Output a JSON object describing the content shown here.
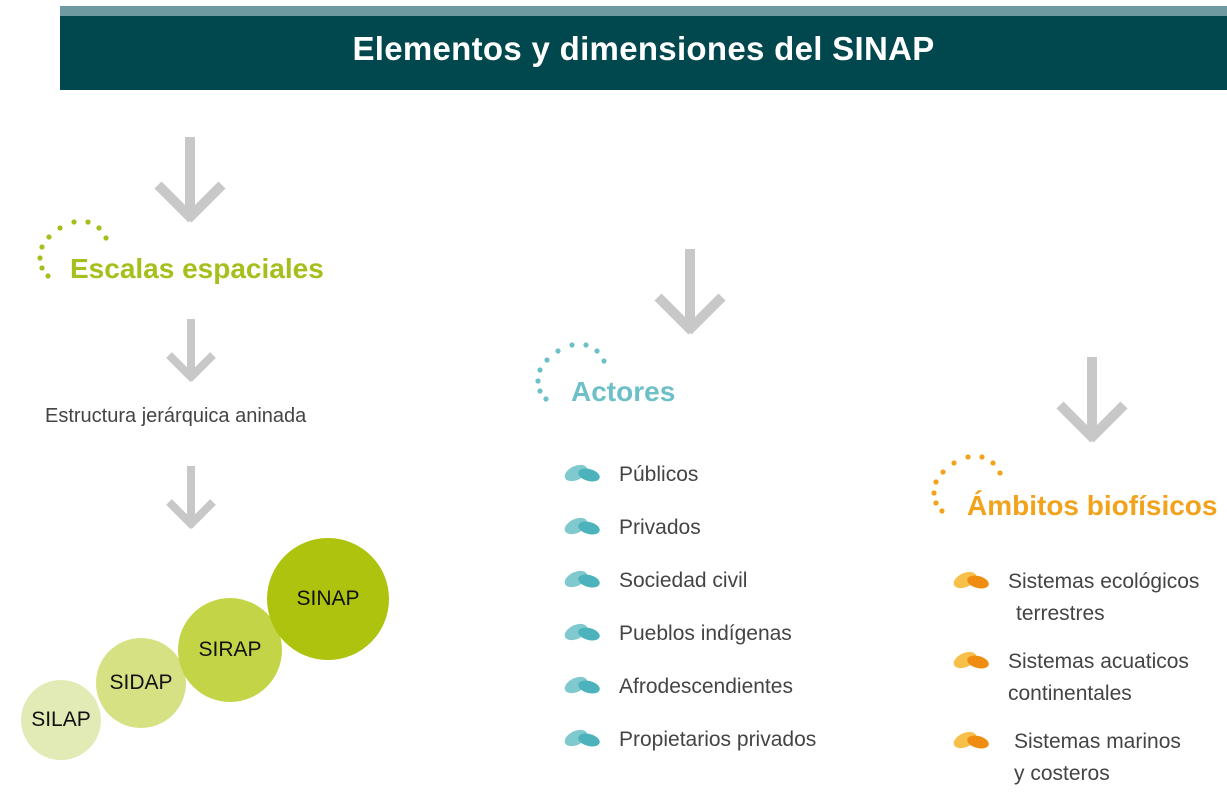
{
  "header": {
    "title": "Elementos y dimensiones del SINAP"
  },
  "colors": {
    "header_bg": "#00474e",
    "header_strip": "#6f9aa1",
    "arrow": "#c8c8c8",
    "green": "#a6bf1c",
    "teal": "#6dc0c8",
    "orange": "#f2a31b"
  },
  "escalas": {
    "title": "Escalas espaciales",
    "structure_text": "Estructura jerárquica aninada",
    "levels": [
      {
        "label": "SILAP",
        "color": "#e2eab5"
      },
      {
        "label": "SIDAP",
        "color": "#d6e184"
      },
      {
        "label": "SIRAP",
        "color": "#c4d447"
      },
      {
        "label": "SINAP",
        "color": "#adc30e"
      }
    ]
  },
  "actores": {
    "title": "Actores",
    "icon": "leaf-icon",
    "items": [
      "Públicos",
      "Privados",
      "Sociedad civil",
      "Pueblos indígenas",
      "Afrodescendientes",
      "Propietarios privados"
    ]
  },
  "ambitos": {
    "title": "Ámbitos biofísicos",
    "icon": "leaf-icon",
    "items": [
      {
        "line1": "Sistemas ecológicos",
        "line2": "terrestres"
      },
      {
        "line1": "Sistemas acuaticos",
        "line2": "continentales"
      },
      {
        "line1": "Sistemas marinos",
        "line2": "y costeros"
      }
    ]
  }
}
